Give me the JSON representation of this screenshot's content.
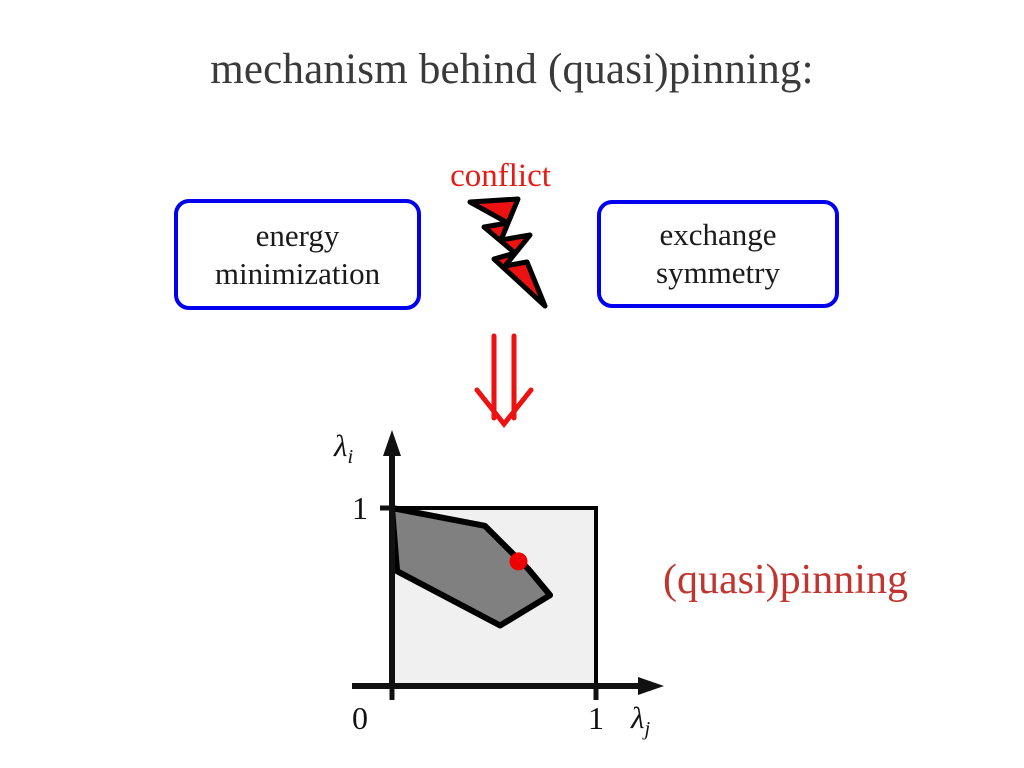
{
  "slide": {
    "title": "mechanism behind (quasi)pinning:",
    "background_color": "#ffffff"
  },
  "concepts": {
    "left_box": {
      "name": "energy-minimization",
      "line1": "energy",
      "line2": "minimization",
      "border_color": "#0000ee",
      "text_color": "#1a1a1a"
    },
    "right_box": {
      "name": "exchange-symmetry",
      "line1": "exchange",
      "line2": "symmetry",
      "border_color": "#0000ee",
      "text_color": "#1a1a1a"
    }
  },
  "conflict": {
    "label": "conflict",
    "color": "#e31c16",
    "icon": "lightning-bolt-icon",
    "bolt_fill": "#ee1111",
    "bolt_stroke": "#000000"
  },
  "implication_arrow": {
    "icon": "double-down-arrow-icon",
    "color": "#ee1111"
  },
  "caption": {
    "text": "(quasi)pinning",
    "color": "#c0352f"
  },
  "chart_data": {
    "type": "scatter",
    "title": "",
    "xlabel": "λ",
    "xlabel_sub": "j",
    "ylabel": "λ",
    "ylabel_sub": "i",
    "xlim": [
      0,
      1
    ],
    "ylim": [
      0,
      1
    ],
    "xticks": [
      "0",
      "1"
    ],
    "xtick_values": [
      0,
      1
    ],
    "yticks": [
      "1"
    ],
    "ytick_values": [
      1
    ],
    "grid": false,
    "legend": false,
    "regions": [
      {
        "name": "unit-square-region",
        "fill": "#f0f0f0",
        "stroke": "#000000",
        "points": [
          [
            0,
            0
          ],
          [
            1,
            0
          ],
          [
            1,
            1
          ],
          [
            0,
            1
          ]
        ]
      },
      {
        "name": "allowed-polytope-region",
        "fill": "#808080",
        "stroke": "#000000",
        "points": [
          [
            0.0,
            1.0
          ],
          [
            0.455,
            0.9
          ],
          [
            0.67,
            0.655
          ],
          [
            0.775,
            0.51
          ],
          [
            0.53,
            0.34
          ],
          [
            0.025,
            0.645
          ]
        ]
      }
    ],
    "points": [
      {
        "name": "quasipinning-point",
        "x": 0.62,
        "y": 0.7,
        "color": "#ee0000",
        "radius_px": 9
      }
    ]
  }
}
